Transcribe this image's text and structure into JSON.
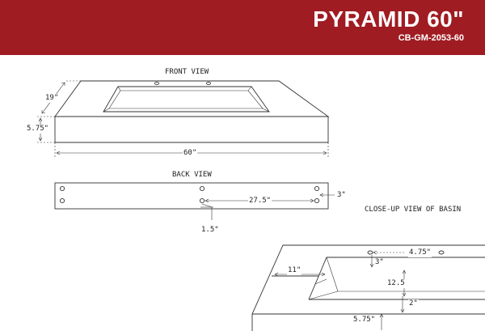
{
  "header": {
    "title": "PYRAMID 60\"",
    "sku": "CB-GM-2053-60",
    "background_color": "#9f1c22"
  },
  "views": {
    "front_view": "FRONT VIEW",
    "back_view": "BACK VIEW",
    "closeup_view": "CLOSE-UP VIEW OF BASIN"
  },
  "dimensions": {
    "front_depth": "19\"",
    "front_height": "5.75\"",
    "front_width": "60\"",
    "back_hole_spacing": "27.5\"",
    "back_edge_offset": "3\"",
    "back_hole_height": "1.5\"",
    "closeup_side_offset": "11\"",
    "closeup_faucet_offset": "4.75\"",
    "closeup_front_offset": "3\"",
    "closeup_basin_length": "12.5",
    "closeup_rim": "2\"",
    "closeup_height": "5.75\""
  }
}
